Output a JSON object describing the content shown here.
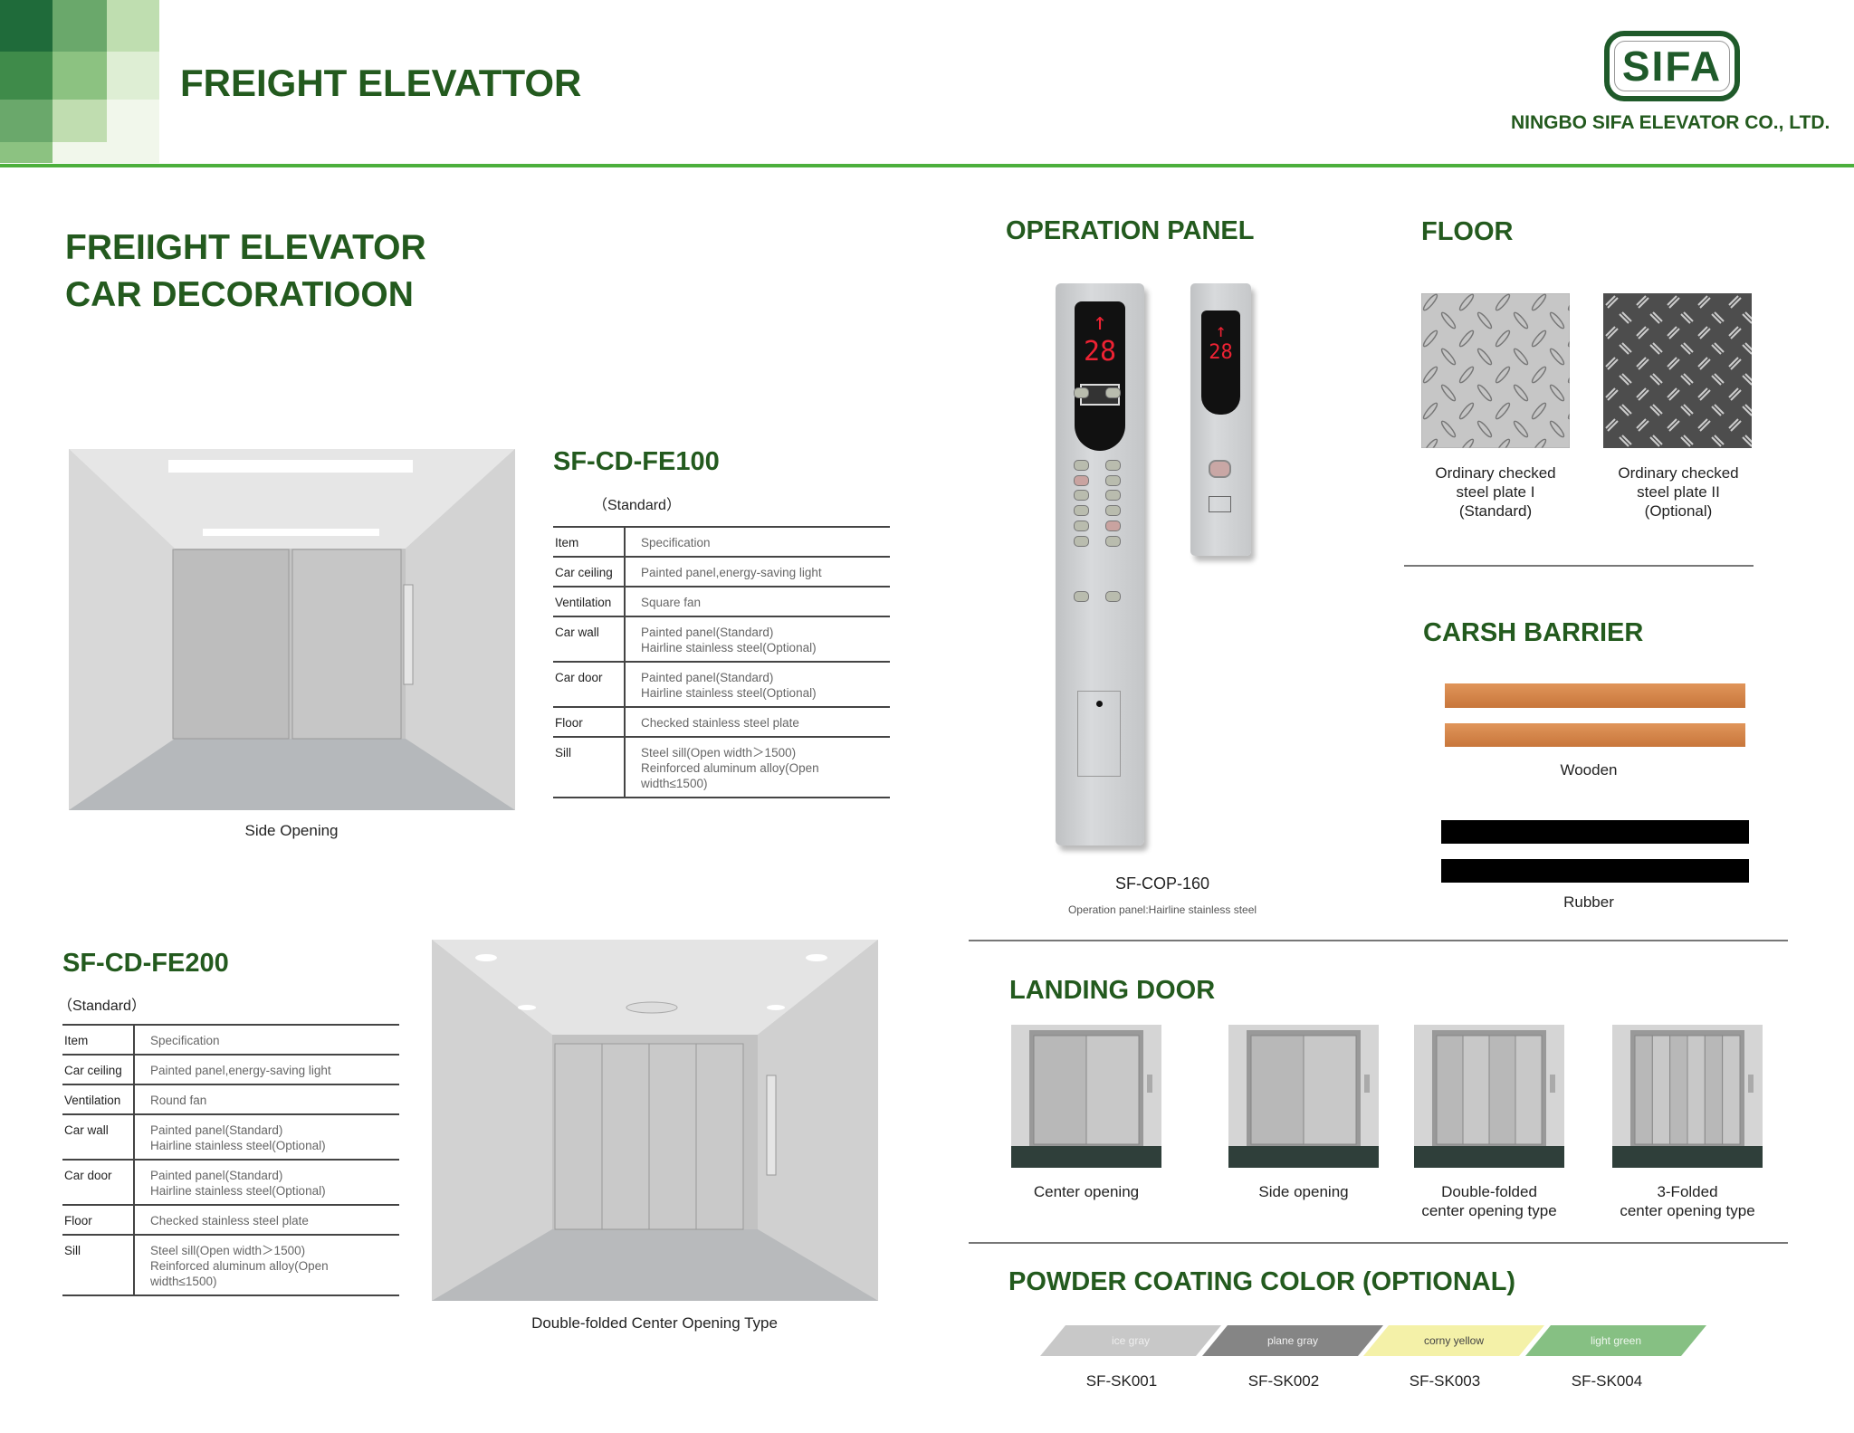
{
  "header": {
    "title": "FREIGHT ELEVATTOR",
    "logo_text": "SIFA",
    "company": "NINGBO SIFA ELEVATOR CO., LTD.",
    "accent": "#4caf3c",
    "heading_color": "#235a1e"
  },
  "intro": {
    "line1": "FREIIGHT ELEVATOR",
    "line2": "CAR DECORATIOON"
  },
  "fe100": {
    "title": "SF-CD-FE100",
    "subtitle": "（Standard）",
    "image_caption": "Side Opening",
    "header": [
      "Item",
      "Specification"
    ],
    "rows": [
      [
        "Car ceiling",
        "Painted panel,energy-saving light"
      ],
      [
        "Ventilation",
        "Square fan"
      ],
      [
        "Car wall",
        "Painted panel(Standard)\nHairline stainless steel(Optional)"
      ],
      [
        "Car door",
        "Painted panel(Standard)\nHairline stainless steel(Optional)"
      ],
      [
        "Floor",
        "Checked stainless steel plate"
      ],
      [
        "Sill",
        "Steel sill(Open width＞1500)\nReinforced aluminum alloy(Open width≤1500)"
      ]
    ]
  },
  "fe200": {
    "title": "SF-CD-FE200",
    "subtitle": "（Standard）",
    "image_caption": "Double-folded Center Opening Type",
    "header": [
      "Item",
      "Specification"
    ],
    "rows": [
      [
        "Car ceiling",
        "Painted panel,energy-saving light"
      ],
      [
        "Ventilation",
        "Round fan"
      ],
      [
        "Car wall",
        "Painted panel(Standard)\nHairline stainless steel(Optional)"
      ],
      [
        "Car door",
        "Painted panel(Standard)\nHairline stainless steel(Optional)"
      ],
      [
        "Floor",
        "Checked stainless steel plate"
      ],
      [
        "Sill",
        "Steel sill(Open width＞1500)\nReinforced aluminum alloy(Open width≤1500)"
      ]
    ]
  },
  "operation_panel": {
    "title": "OPERATION PANEL",
    "model": "SF-COP-160",
    "description": "Operation panel:Hairline stainless steel",
    "display_floor": "28"
  },
  "floor": {
    "title": "FLOOR",
    "items": [
      {
        "label": "Ordinary checked\nsteel plate I\n(Standard)"
      },
      {
        "label": "Ordinary checked\nsteel plate II\n(Optional)"
      }
    ]
  },
  "barrier": {
    "title": "CARSH BARRIER",
    "items": [
      {
        "label": "Wooden"
      },
      {
        "label": "Rubber"
      }
    ]
  },
  "landing": {
    "title": "LANDING DOOR",
    "items": [
      {
        "label": "Center opening"
      },
      {
        "label": "Side opening"
      },
      {
        "label": "Double-folded\ncenter opening type"
      },
      {
        "label": "3-Folded\ncenter opening type"
      }
    ]
  },
  "powder": {
    "title": "POWDER COATING COLOR (OPTIONAL)",
    "items": [
      {
        "name": "ice gray",
        "code": "SF-SK001",
        "color": "#c8c8c8",
        "text_color": "#eeeeee"
      },
      {
        "name": "plane gray",
        "code": "SF-SK002",
        "color": "#858585",
        "text_color": "#f0f0f0"
      },
      {
        "name": "corny yellow",
        "code": "SF-SK003",
        "color": "#f4f1a8",
        "text_color": "#444444"
      },
      {
        "name": "light green",
        "code": "SF-SK004",
        "color": "#86c083",
        "text_color": "#eef6ee"
      }
    ]
  }
}
